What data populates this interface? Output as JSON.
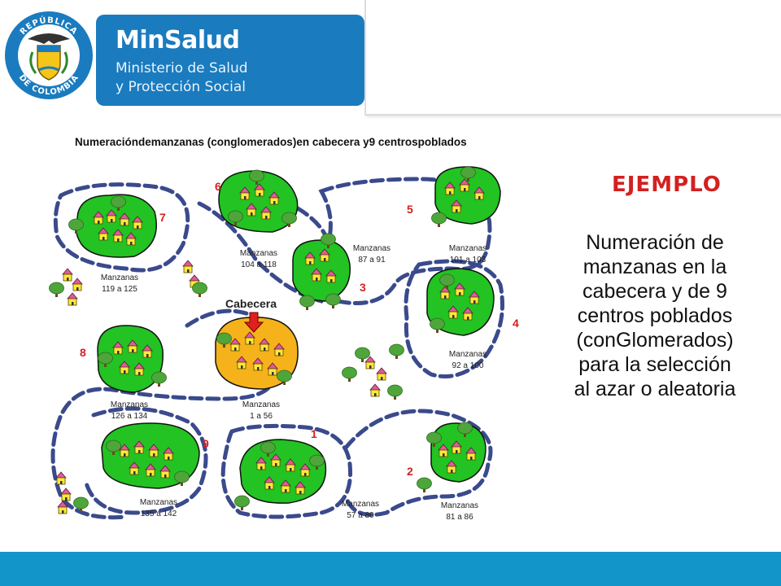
{
  "header": {
    "seal_text_top": "REPÚBLICA",
    "seal_text_bottom": "DE COLOMBIA",
    "brand_title": "MinSalud",
    "brand_line1": "Ministerio de Salud",
    "brand_line2": "y Protección Social"
  },
  "diagram": {
    "title": "Numeracióndemanzanas (conglomerados)en cabecera y9 centrospoblados",
    "cabecera_label": "Cabecera",
    "groups": [
      {
        "id": "g7",
        "number": "7",
        "label1": "Manzanas",
        "label2": "119 a 125"
      },
      {
        "id": "g6",
        "number": "6",
        "label1": "Manzanas",
        "label2": "104 a 118"
      },
      {
        "id": "g3",
        "number": "3",
        "label1": "Manzanas",
        "label2": "87 a 91"
      },
      {
        "id": "g5",
        "number": "5",
        "label1": "Manzanas",
        "label2": "101 a 103"
      },
      {
        "id": "g4",
        "number": "4",
        "label1": "Manzanas",
        "label2": "92 a 100"
      },
      {
        "id": "g8",
        "number": "8",
        "label1": "Manzanas",
        "label2": "126 a 134"
      },
      {
        "id": "gc",
        "number": "",
        "label1": "Manzanas",
        "label2": "1 a 56"
      },
      {
        "id": "g9",
        "number": "9",
        "label1": "Manzanas",
        "label2": "135 a 142"
      },
      {
        "id": "g1",
        "number": "1",
        "label1": "Manzanas",
        "label2": "57 a 80"
      },
      {
        "id": "g2",
        "number": "2",
        "label1": "Manzanas",
        "label2": "81 a 86"
      }
    ]
  },
  "side": {
    "heading": "EJEMPLO",
    "lines": [
      "Numeración de",
      "manzanas en la",
      "cabecera y de 9",
      "centros poblados",
      "(conGlomerados)",
      "para la selección",
      "al azar o aleatoria"
    ]
  },
  "colors": {
    "brand_blue": "#1a7bbf",
    "footer_blue": "#1295c8",
    "cluster_green": "#22c322",
    "cabecera_orange": "#f5b21a",
    "dash_blue": "#3a4a8c",
    "number_red": "#d42020",
    "house_pink": "#e05a9a",
    "house_yellow": "#ffe83a"
  }
}
